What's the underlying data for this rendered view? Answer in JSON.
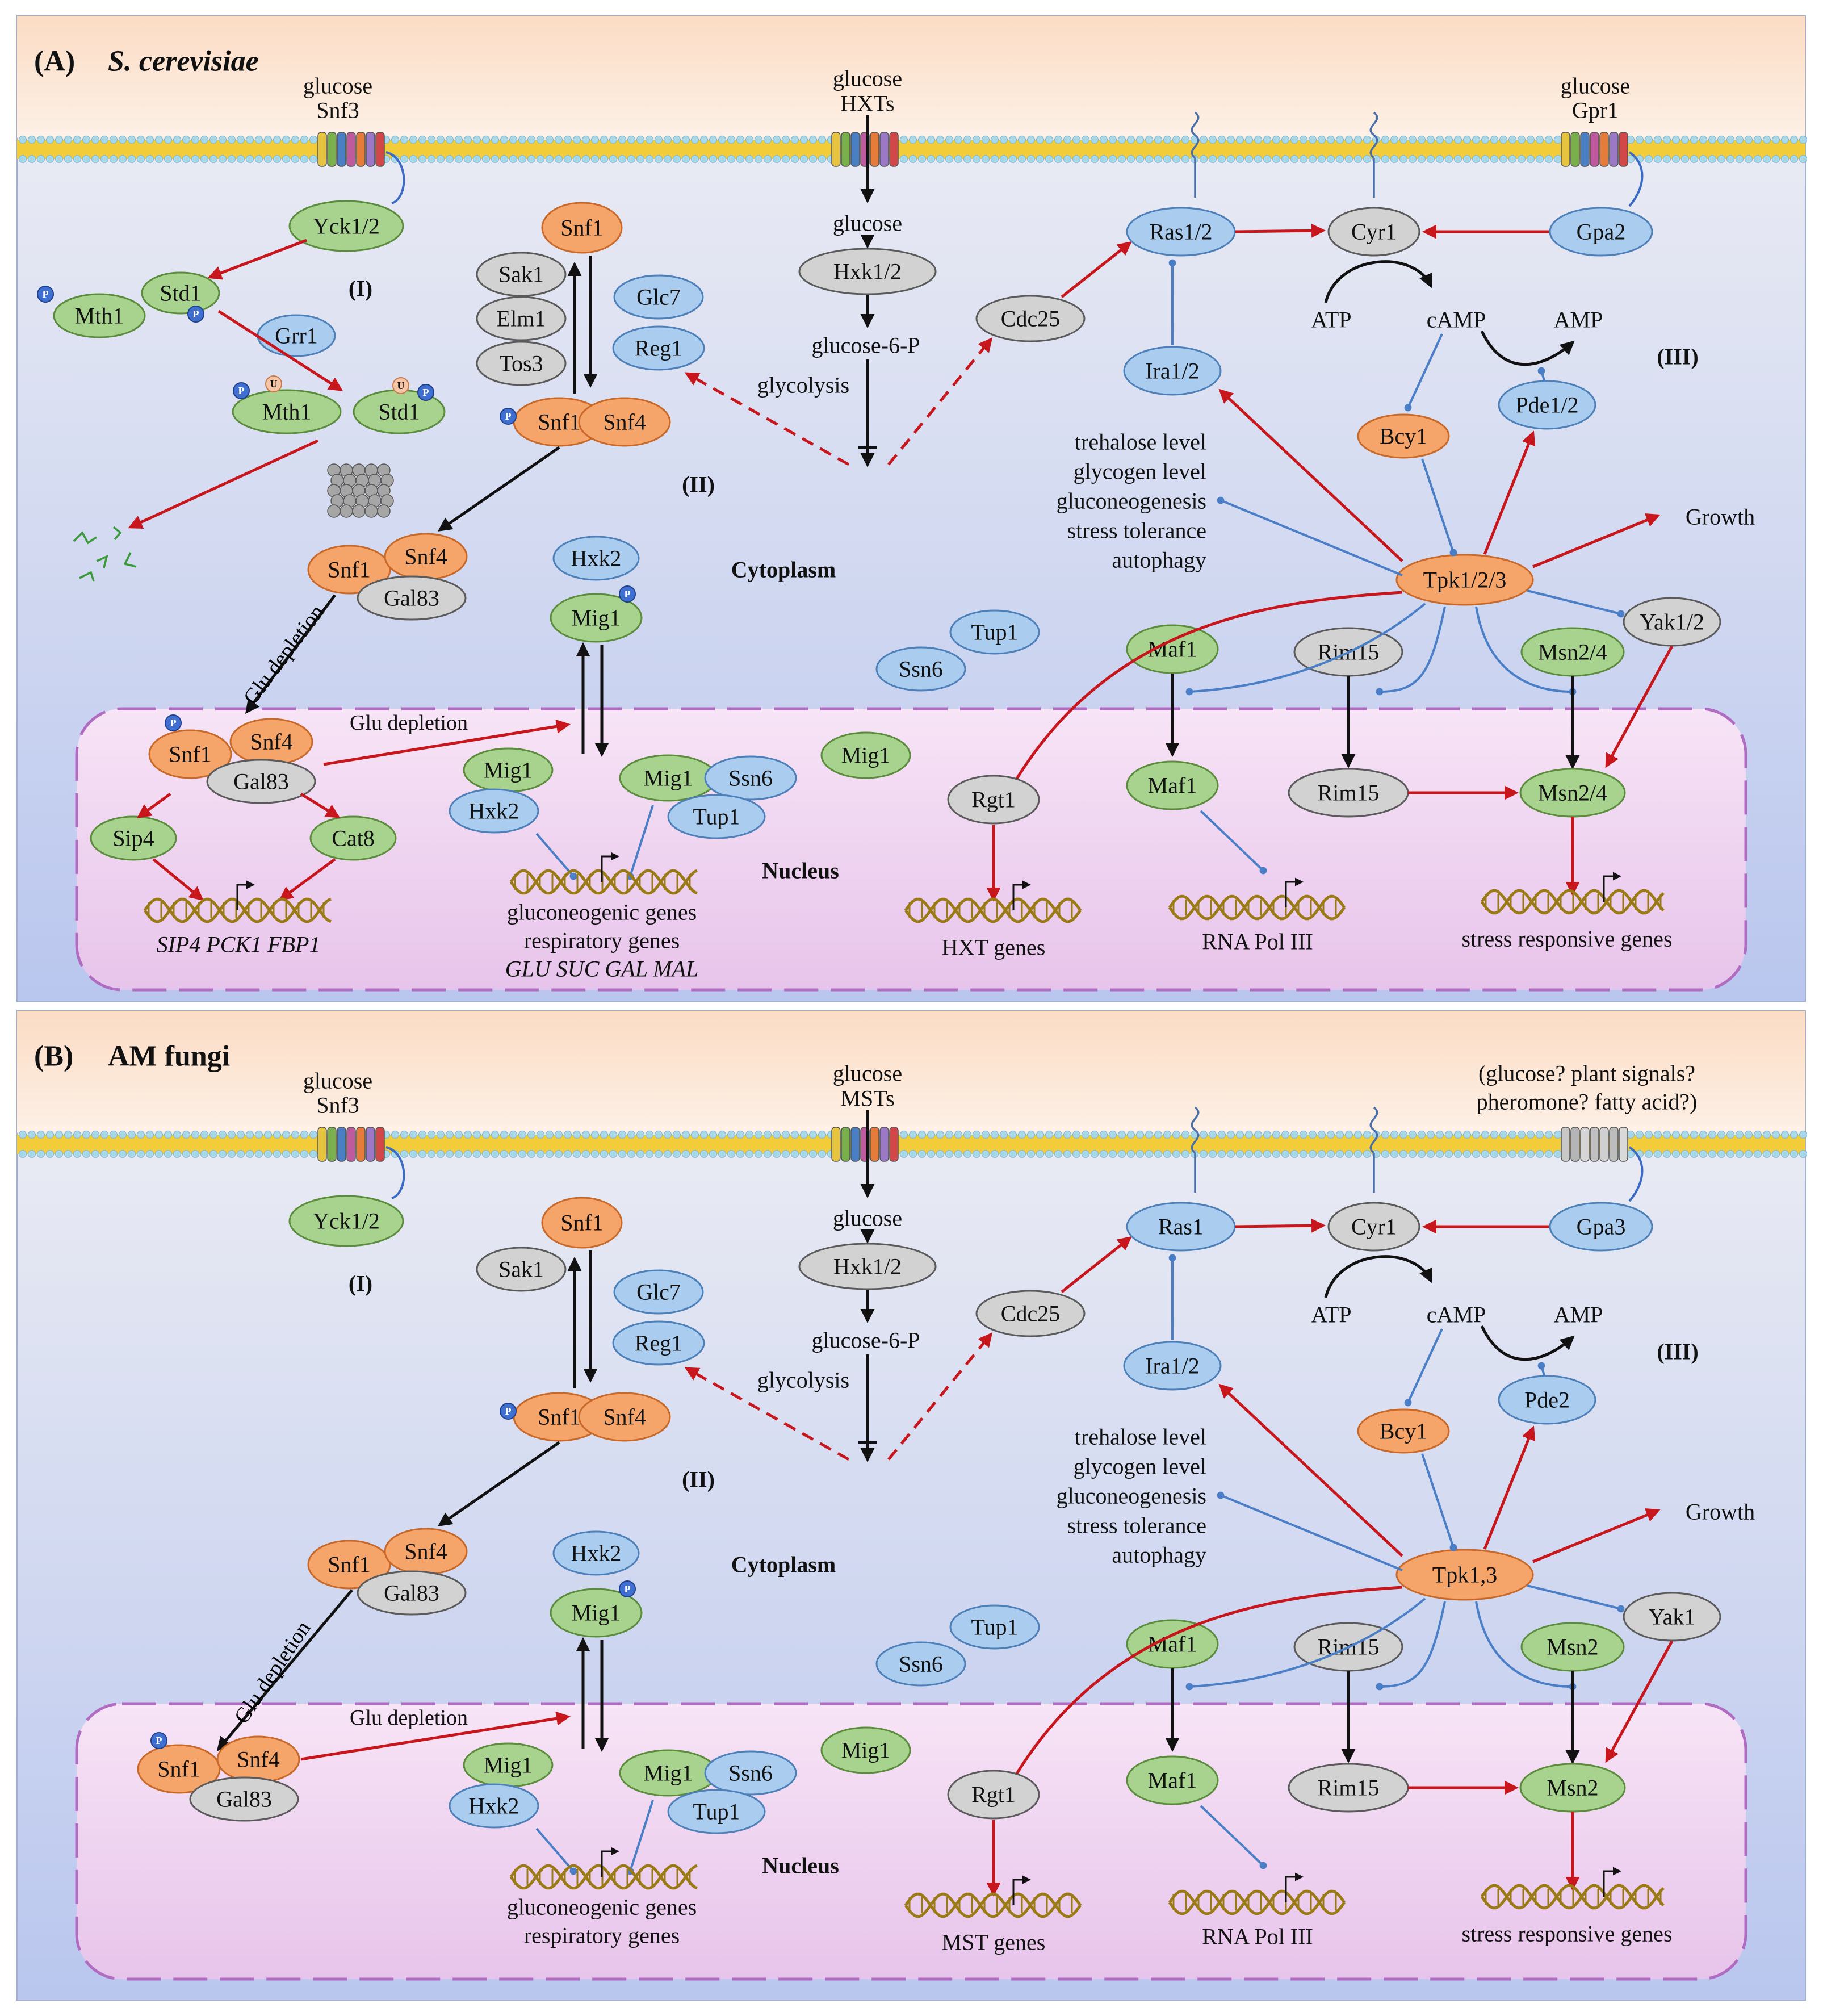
{
  "colors": {
    "orange_fill": "#f6a56a",
    "orange_stroke": "#c8692a",
    "green_fill": "#a8d38f",
    "green_stroke": "#5b8c3c",
    "blue_fill": "#a9ccef",
    "blue_stroke": "#4d7fb8",
    "grey_fill": "#d2d2d2",
    "grey_stroke": "#5a5a5a",
    "red_arrow": "#c8161d",
    "blue_inhibit": "#4a7fc8",
    "dna": "#9a7a14",
    "membrane": "#f3cc3a",
    "nucleus_fill": "#efd2ef",
    "nucleus_border": "#b06cc0"
  },
  "panels": [
    {
      "label": "(A)",
      "species": "S. cerevisiae",
      "membrane_labels": {
        "snf3": [
          "glucose",
          "Snf3"
        ],
        "transporter": [
          "glucose",
          "HXTs"
        ],
        "gpcr": [
          "glucose",
          "Gpr1"
        ]
      },
      "regions": {
        "I": "(I)",
        "II": "(II)",
        "III": "(III)",
        "cytoplasm": "Cytoplasm",
        "nucleus": "Nucleus"
      },
      "proteins": {
        "yck": "Yck1/2",
        "mth1": "Mth1",
        "std1": "Std1",
        "grr1": "Grr1",
        "mth1u": "Mth1",
        "std1u": "Std1",
        "snf1top": "Snf1",
        "sak1": "Sak1",
        "elm1": "Elm1",
        "tos3": "Tos3",
        "glc7": "Glc7",
        "reg1": "Reg1",
        "snf1p": "Snf1",
        "snf4p": "Snf4",
        "snf1c": "Snf1",
        "snf4c": "Snf4",
        "gal83c": "Gal83",
        "snf1n": "Snf1",
        "snf4n": "Snf4",
        "gal83n": "Gal83",
        "sip4": "Sip4",
        "cat8": "Cat8",
        "hxk2": "Hxk2",
        "mig1c": "Mig1",
        "mig1n": "Mig1",
        "hxk2n": "Hxk2",
        "mig1b": "Mig1",
        "ssn6n": "Ssn6",
        "tup1n": "Tup1",
        "tup1c": "Tup1",
        "ssn6c": "Ssn6",
        "mig1free": "Mig1",
        "hxk12": "Hxk1/2",
        "cdc25": "Cdc25",
        "ras": "Ras1/2",
        "ira": "Ira1/2",
        "cyr1": "Cyr1",
        "gpa": "Gpa2",
        "bcy1": "Bcy1",
        "pde": "Pde1/2",
        "tpk": "Tpk1/2/3",
        "yak": "Yak1/2",
        "maf1c": "Maf1",
        "rim15c": "Rim15",
        "msnc": "Msn2/4",
        "rgt1": "Rgt1",
        "maf1n": "Maf1",
        "rim15n": "Rim15",
        "msnn": "Msn2/4"
      },
      "texts": {
        "glucose1": "glucose",
        "g6p": "glucose-6-P",
        "glycolysis": "glycolysis",
        "atp": "ATP",
        "camp": "cAMP",
        "amp": "AMP",
        "growth": "Growth",
        "out1": "trehalose level",
        "out2": "glycogen level",
        "out3": "gluconeogenesis",
        "out4": "stress tolerance",
        "out5": "autophagy",
        "gludep1": "Glu depletion",
        "gludep2": "Glu depletion",
        "gene_a": "SIP4 PCK1 FBP1",
        "gene_b1": "gluconeogenic genes",
        "gene_b2": "respiratory genes",
        "gene_b3": "GLU SUC GAL  MAL",
        "gene_c": "HXT genes",
        "gene_d": "RNA Pol III",
        "gene_e": "stress responsive genes"
      }
    },
    {
      "label": "(B)",
      "species": "AM fungi",
      "membrane_labels": {
        "snf3": [
          "glucose",
          "Snf3"
        ],
        "transporter": [
          "glucose",
          "MSTs"
        ],
        "gpcr": [
          "(glucose? plant signals?",
          "pheromone? fatty acid?)"
        ]
      },
      "regions": {
        "I": "(I)",
        "II": "(II)",
        "III": "(III)",
        "cytoplasm": "Cytoplasm",
        "nucleus": "Nucleus"
      },
      "proteins": {
        "yck": "Yck1/2",
        "snf1top": "Snf1",
        "sak1": "Sak1",
        "glc7": "Glc7",
        "reg1": "Reg1",
        "snf1p": "Snf1",
        "snf4p": "Snf4",
        "snf1c": "Snf1",
        "snf4c": "Snf4",
        "gal83c": "Gal83",
        "snf1n": "Snf1",
        "snf4n": "Snf4",
        "gal83n": "Gal83",
        "hxk2": "Hxk2",
        "mig1c": "Mig1",
        "mig1n": "Mig1",
        "hxk2n": "Hxk2",
        "mig1b": "Mig1",
        "ssn6n": "Ssn6",
        "tup1n": "Tup1",
        "tup1c": "Tup1",
        "ssn6c": "Ssn6",
        "mig1free": "Mig1",
        "hxk12": "Hxk1/2",
        "cdc25": "Cdc25",
        "ras": "Ras1",
        "ira": "Ira1/2",
        "cyr1": "Cyr1",
        "gpa": "Gpa3",
        "bcy1": "Bcy1",
        "pde": "Pde2",
        "tpk": "Tpk1,3",
        "yak": "Yak1",
        "maf1c": "Maf1",
        "rim15c": "Rim15",
        "msnc": "Msn2",
        "rgt1": "Rgt1",
        "maf1n": "Maf1",
        "rim15n": "Rim15",
        "msnn": "Msn2"
      },
      "texts": {
        "glucose1": "glucose",
        "g6p": "glucose-6-P",
        "glycolysis": "glycolysis",
        "atp": "ATP",
        "camp": "cAMP",
        "amp": "AMP",
        "growth": "Growth",
        "out1": "trehalose level",
        "out2": "glycogen level",
        "out3": "gluconeogenesis",
        "out4": "stress tolerance",
        "out5": "autophagy",
        "gludep1": "Glu depletion",
        "gludep2": "Glu depletion",
        "gene_b1": "gluconeogenic genes",
        "gene_b2": "respiratory genes",
        "gene_c": "MST genes",
        "gene_d": "RNA Pol III",
        "gene_e": "stress responsive genes"
      }
    }
  ]
}
